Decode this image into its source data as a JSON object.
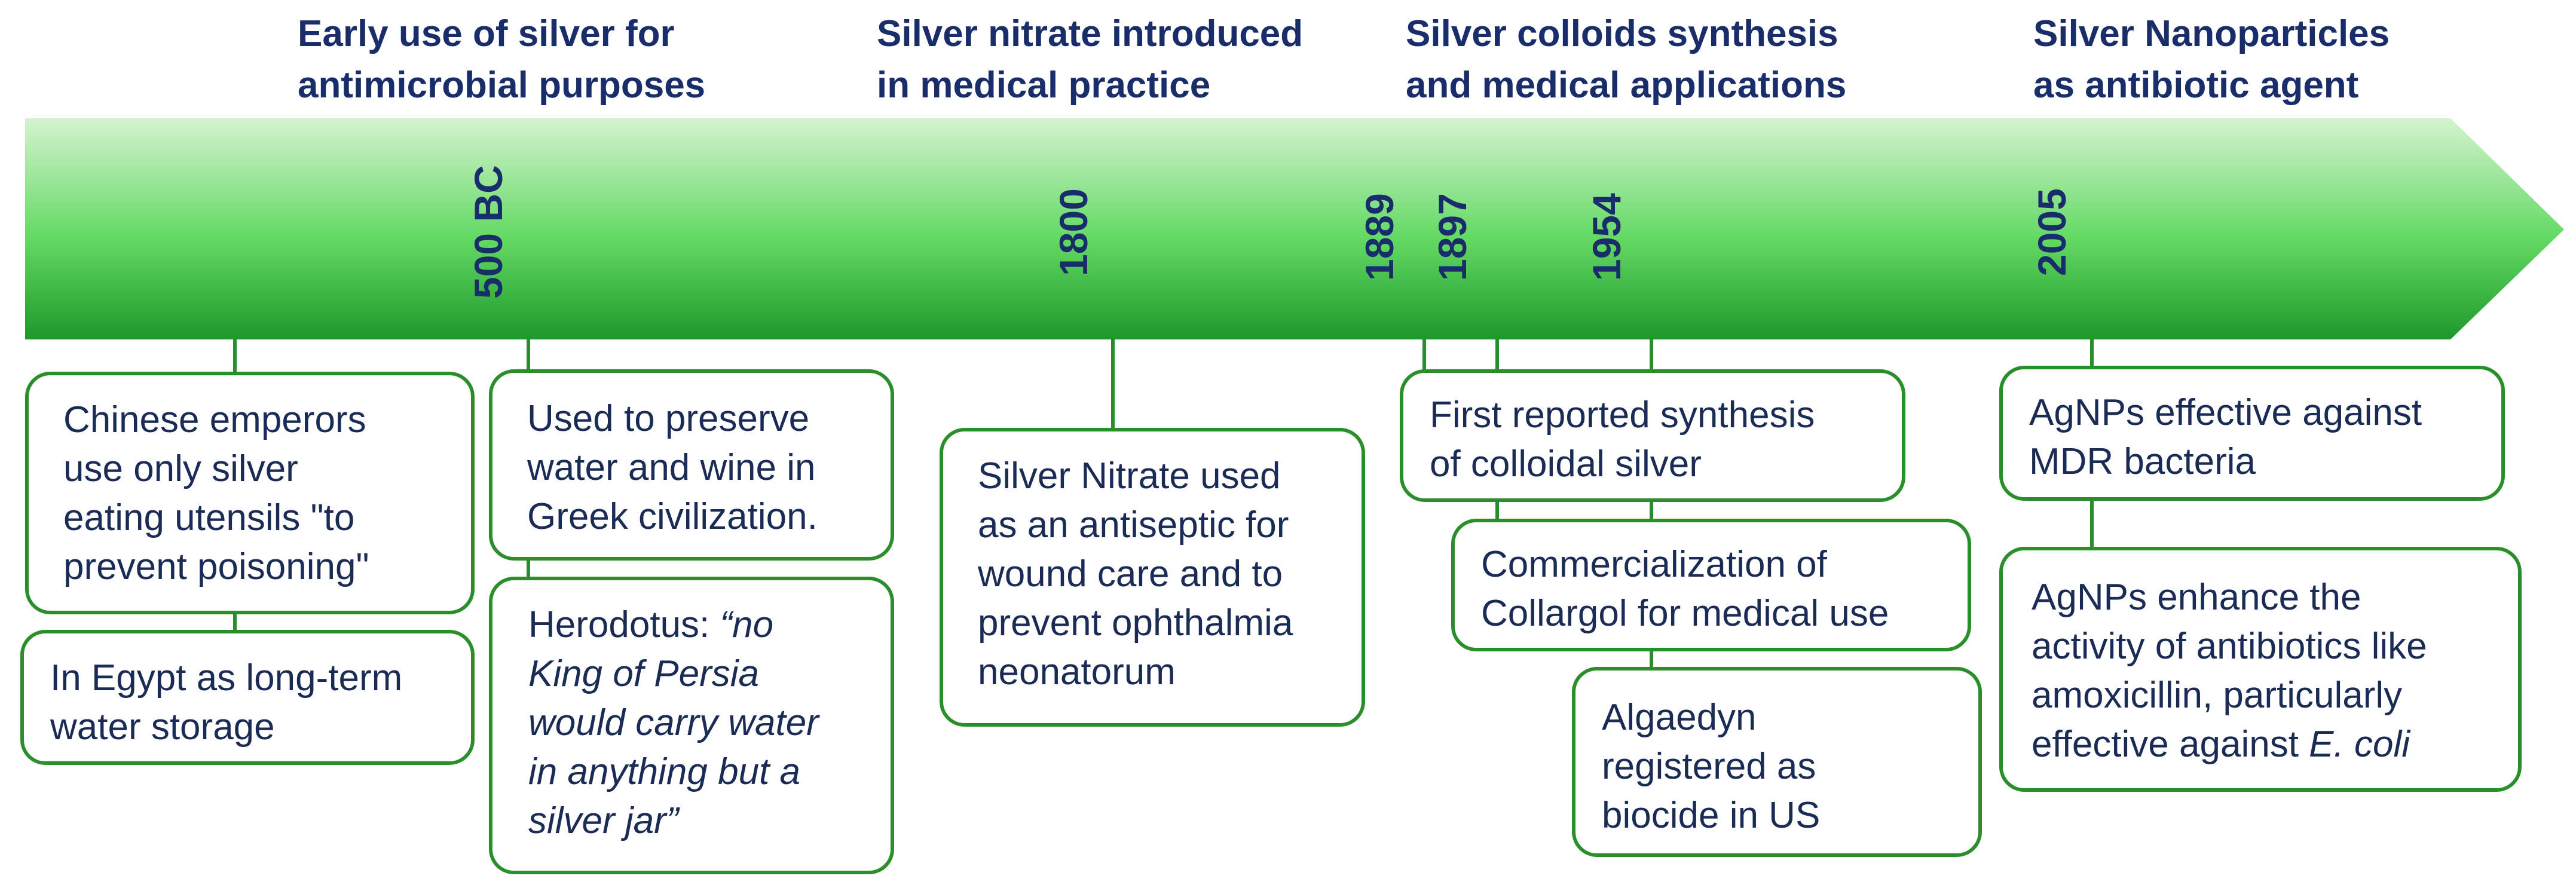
{
  "colors": {
    "arrow_light": "#c8f0c4",
    "arrow_mid": "#5fd85f",
    "arrow_dark": "#1f9a2a",
    "box_border": "#2a8f2a",
    "text_navy": "#1a2d6b"
  },
  "eras": [
    "Early use of silver for\nantimicrobial purposes",
    "Silver nitrate introduced\nin medical practice",
    "Silver colloids synthesis\nand medical applications",
    "Silver Nanoparticles\nas antibiotic agent"
  ],
  "years": [
    "500 BC",
    "1800",
    "1889",
    "1897",
    "1954",
    "2005"
  ],
  "events": {
    "chinese": "Chinese emperors\nuse only silver\neating utensils \"to\nprevent poisoning\"",
    "egypt": "In Egypt as long-term\nwater storage",
    "greek": "Used to preserve\nwater and wine in\nGreek civilization.",
    "herodotus_speaker": "Herodotus: ",
    "herodotus_quote_1": "“no",
    "herodotus_quote_2": "King of Persia\nwould carry water\nin anything but a\nsilver jar”",
    "silver_nitrate": "Silver Nitrate used\nas an antiseptic for\nwound care and to\nprevent ophthalmia\nneonatorum",
    "synthesis": "First reported synthesis\nof colloidal silver",
    "collargol": "Commercialization of\nCollargol for medical use",
    "algaedyn": "Algaedyn\nregistered as\nbiocide in US",
    "mdr": "AgNPs effective against\nMDR bacteria",
    "amox_main": "AgNPs enhance the\nactivity of antibiotics like\namoxicillin, particularly\neffective against ",
    "amox_italic": "E. coli"
  }
}
